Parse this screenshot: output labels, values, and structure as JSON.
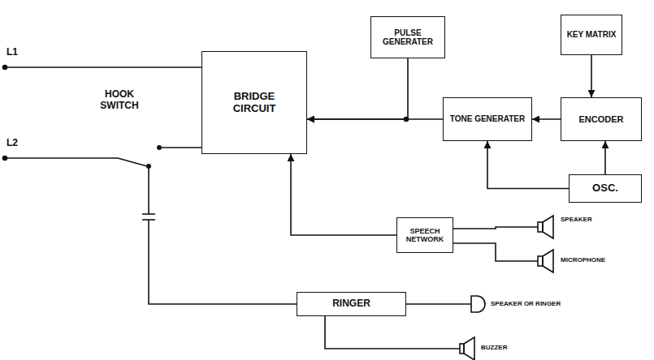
{
  "diagram": {
    "nodes": [
      {
        "text": [
          "PULSE GENERATER"
        ]
      },
      {
        "text": [
          "KEY MATRIX"
        ]
      },
      {
        "text": [
          "BRIDGE CIRCUIT"
        ]
      },
      {
        "text": [
          "TONE GENERATER"
        ]
      },
      {
        "text": [
          "ENCODER"
        ]
      },
      {
        "text": [
          "OSC."
        ]
      },
      {
        "text": [
          "SPEECH NETWORK"
        ]
      },
      {
        "text": [
          "RINGER"
        ]
      }
    ],
    "edges": [
      {
        "from": 3,
        "to": 2,
        "arrow": "to"
      },
      {
        "from": 0,
        "to": 2,
        "arrow": "to"
      },
      {
        "from": 1,
        "to": 4,
        "arrow": "to"
      },
      {
        "from": 4,
        "to": 3,
        "arrow": "to"
      },
      {
        "from": 5,
        "to": 4,
        "arrow": "to"
      },
      {
        "from": 5,
        "to": 3,
        "arrow": "to"
      },
      {
        "from": 6,
        "to": 2,
        "arrow": "to"
      }
    ],
    "labels": [
      "L1",
      "L2",
      "HOOK SWITCH",
      "SPEAKER",
      "MICROPHONE",
      "SPEAKER OR RINGER",
      "BUZZER"
    ]
  }
}
